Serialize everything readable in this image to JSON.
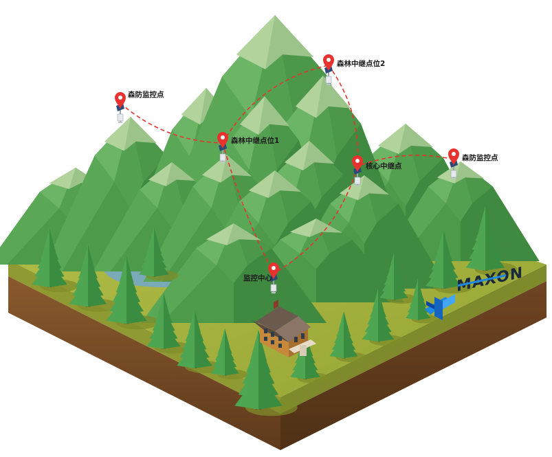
{
  "points": [
    {
      "label": "森防监控点"
    },
    {
      "label": "森林中继点位1"
    },
    {
      "label": "森林中继点位2"
    },
    {
      "label": "核心中继点"
    },
    {
      "label": "森防监控点"
    },
    {
      "label": "监控中心"
    }
  ],
  "logo": {
    "text": "MAXON"
  },
  "colors": {
    "pin": "#e8322d",
    "link": "#e8322d",
    "mountain": "#4f9a4c",
    "grass": "#a5b13e",
    "soil": "#7a4b26",
    "water": "#7aa9b8",
    "logo_blue": "#1e88e5"
  },
  "links": [
    [
      0,
      1
    ],
    [
      1,
      2
    ],
    [
      2,
      3
    ],
    [
      3,
      5
    ],
    [
      4,
      3
    ],
    [
      1,
      5
    ]
  ]
}
